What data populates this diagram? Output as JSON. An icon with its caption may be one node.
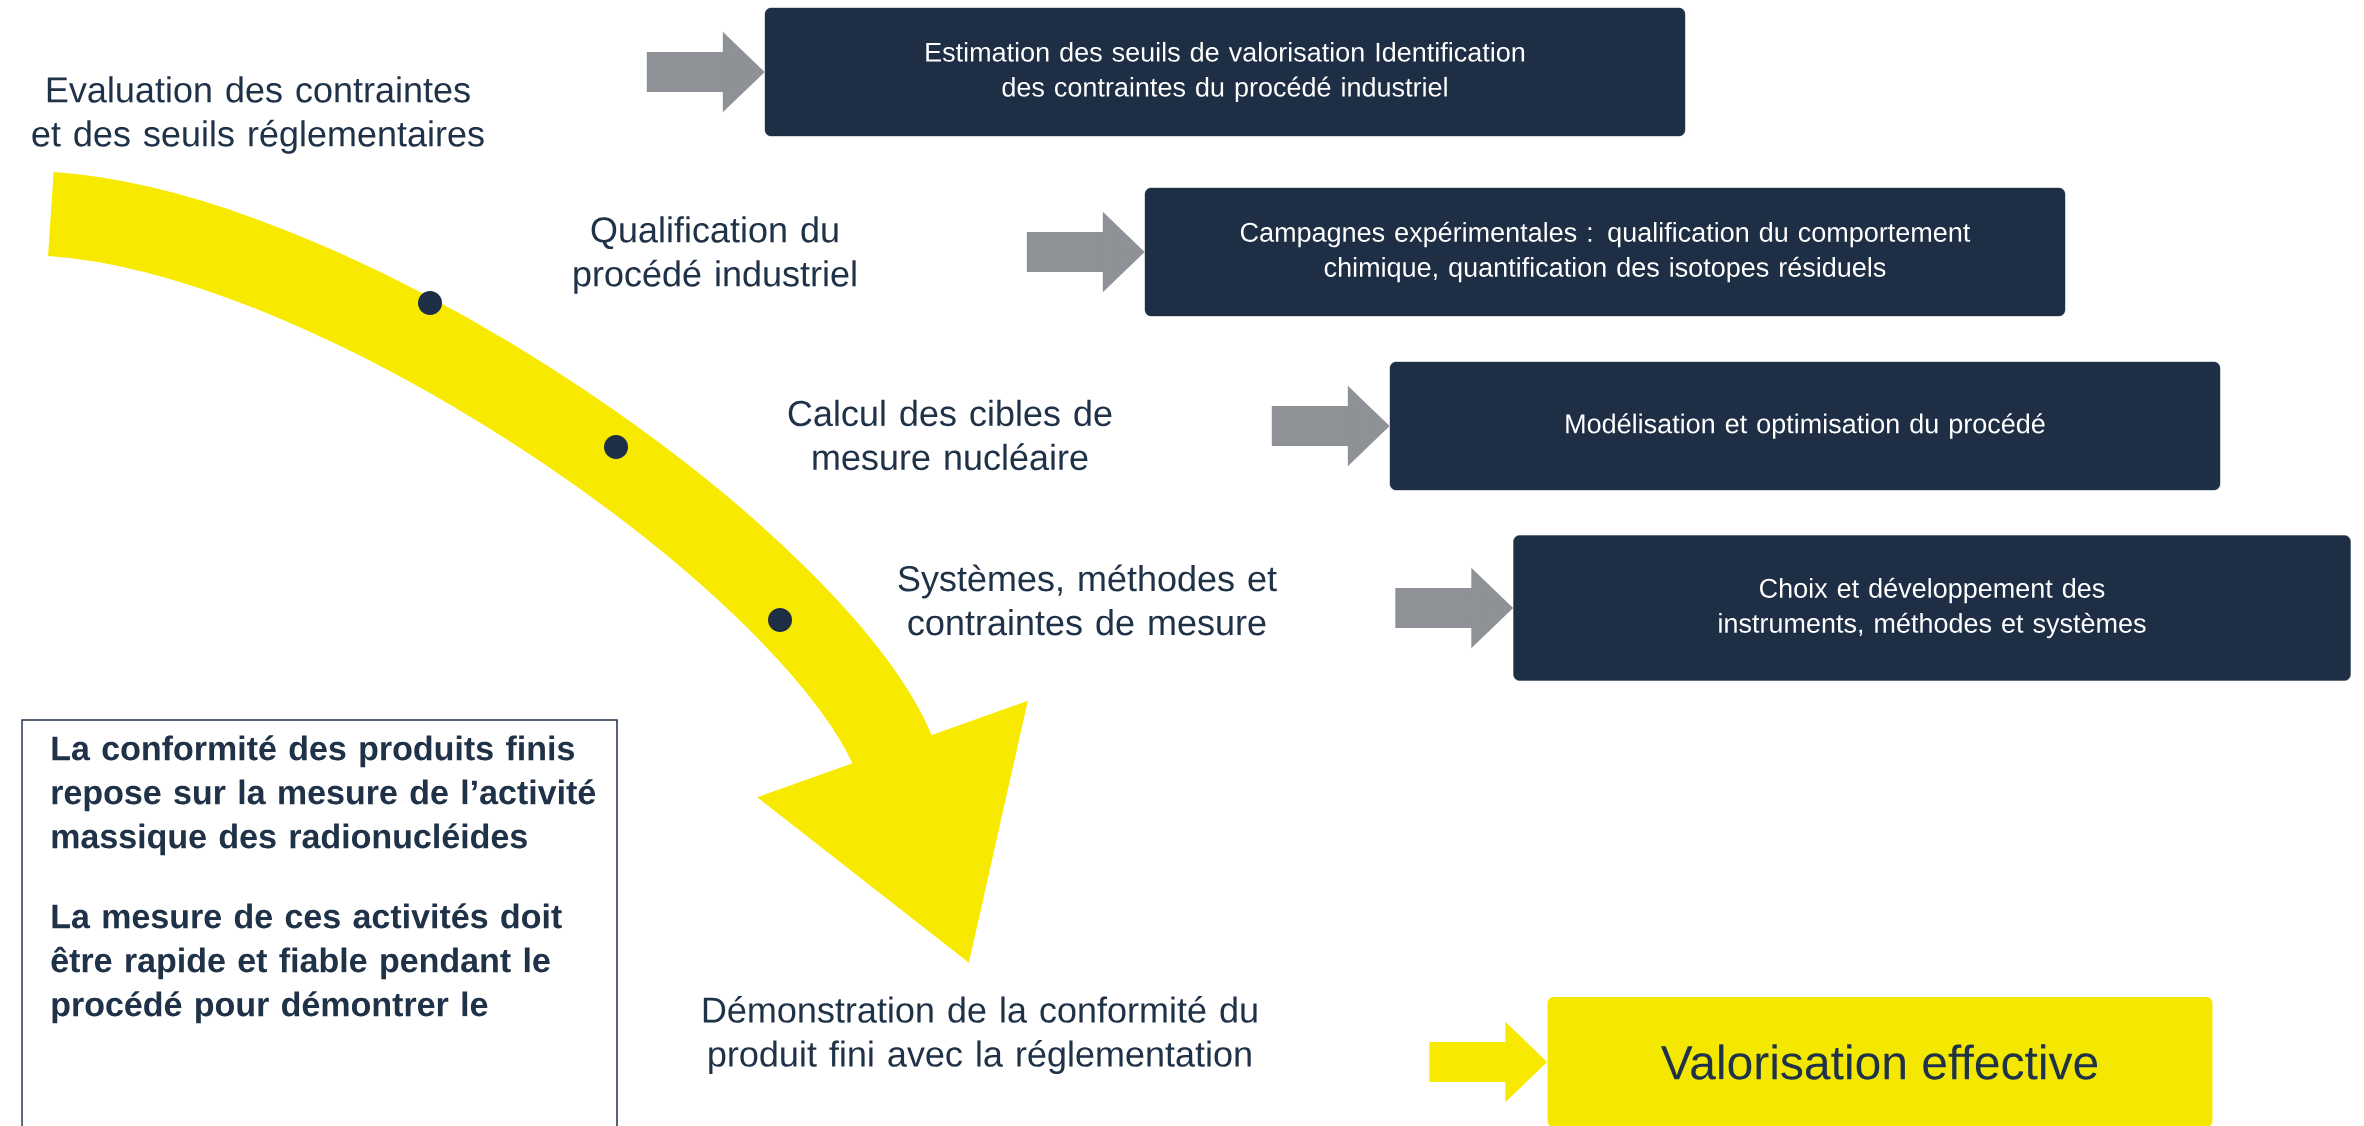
{
  "diagram": {
    "nodes": [
      {
        "text": [
          "Evaluation des contraintes et des seuils réglementaires"
        ]
      },
      {
        "text": [
          "Estimation des seuils de valorisation Identification des contraintes du procédé industriel"
        ]
      },
      {
        "text": [
          "Qualification du procédé industriel"
        ]
      },
      {
        "text": [
          "Campagnes expérimentales : qualification du comportement chimique, quantification des isotopes résiduels"
        ]
      },
      {
        "text": [
          "Calcul des cibles de mesure nucléaire"
        ]
      },
      {
        "text": [
          "Modélisation et optimisation du procédé"
        ]
      },
      {
        "text": [
          "Systèmes, méthodes et contraintes de mesure"
        ]
      },
      {
        "text": [
          "Choix et développement des instruments, méthodes et systèmes"
        ]
      },
      {
        "text": [
          "La conformité des produits finis repose sur la mesure de l’activité massique des radionucléides",
          "La mesure de ces activités doit être rapide et fiable pendant le procédé pour démontrer le"
        ]
      },
      {
        "text": [
          "Démonstration de la conformité du produit fini avec la réglementation"
        ]
      },
      {
        "text": [
          "Valorisation effective"
        ]
      }
    ],
    "edges": [
      {
        "from": null,
        "to": 1,
        "arrow": "to"
      },
      {
        "from": null,
        "to": 3,
        "arrow": "to"
      },
      {
        "from": null,
        "to": 5,
        "arrow": "to"
      },
      {
        "from": null,
        "to": 7,
        "arrow": "to"
      },
      {
        "from": 0,
        "to": 9,
        "arrow": "to",
        "style": "thick",
        "color": "#f7ea00"
      },
      {
        "from": null,
        "to": 10,
        "arrow": "to",
        "color": "#f7ea00"
      }
    ]
  }
}
